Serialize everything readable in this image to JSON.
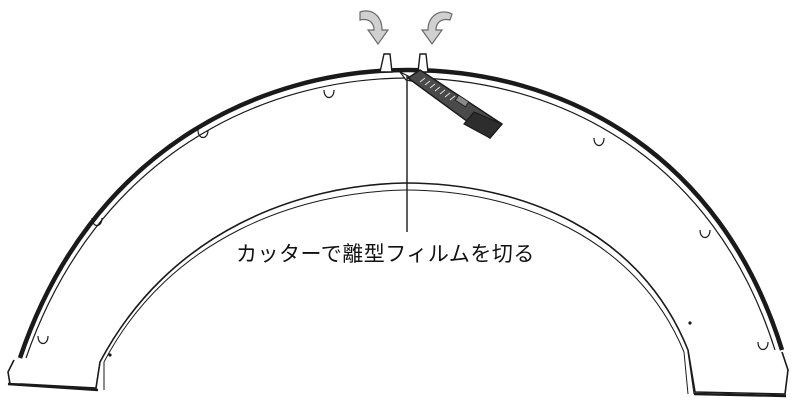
{
  "callout": {
    "label": "カッターで離型フィルムを切る"
  },
  "colors": {
    "stroke": "#1a1a1a",
    "paper": "#ffffff",
    "cutter_body": "#555555",
    "cutter_grip": "#2d2d2d",
    "arrow_fill": "#cfcfcf"
  },
  "icons": [
    "fender-flare-arch",
    "release-film-tab",
    "peel-arrow-icon",
    "utility-knife-icon",
    "leader-line"
  ]
}
